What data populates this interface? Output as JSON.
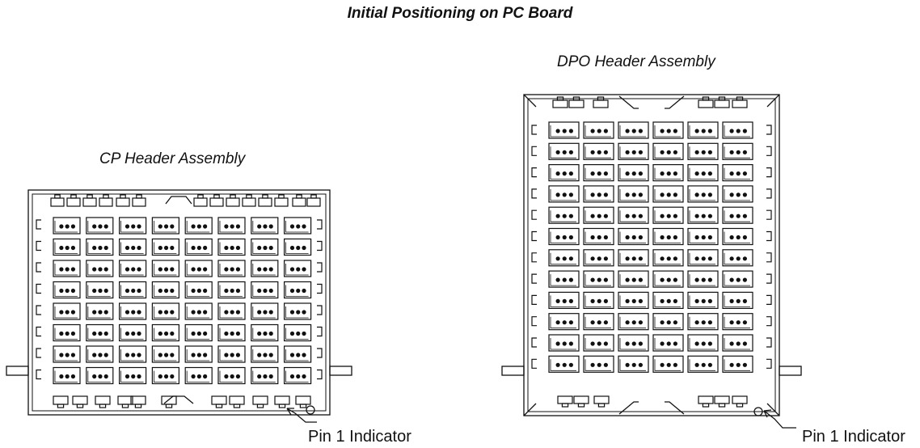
{
  "page_title": "Initial Positioning on PC Board",
  "cp": {
    "title": "CP Header Assembly",
    "rows": 8,
    "cols": 8,
    "pin_label": "Pin 1 Indicator"
  },
  "dpo": {
    "title": "DPO Header Assembly",
    "rows": 12,
    "cols": 6,
    "pin_label": "Pin 1 Indicator"
  },
  "colors": {
    "line": "#111111",
    "background": "#ffffff"
  }
}
